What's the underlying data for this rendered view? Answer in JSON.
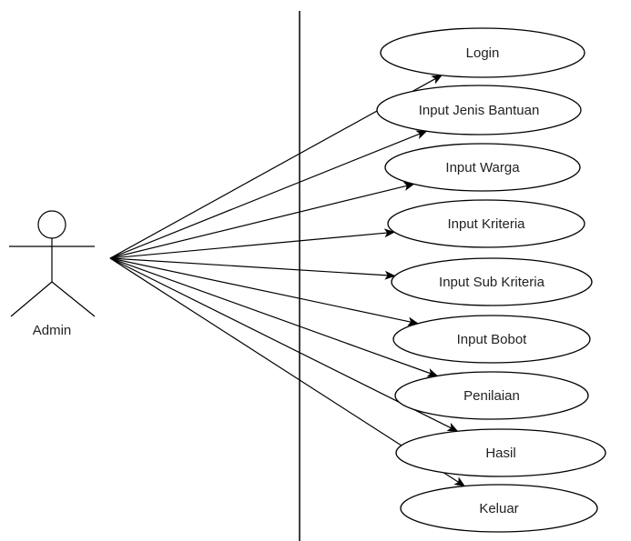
{
  "actor": {
    "label": "Admin"
  },
  "use_cases": [
    {
      "label": "Login"
    },
    {
      "label": "Input Jenis Bantuan"
    },
    {
      "label": "Input Warga"
    },
    {
      "label": "Input Kriteria"
    },
    {
      "label": "Input Sub Kriteria"
    },
    {
      "label": "Input Bobot"
    },
    {
      "label": "Penilaian"
    },
    {
      "label": "Hasil"
    },
    {
      "label": "Keluar"
    }
  ]
}
